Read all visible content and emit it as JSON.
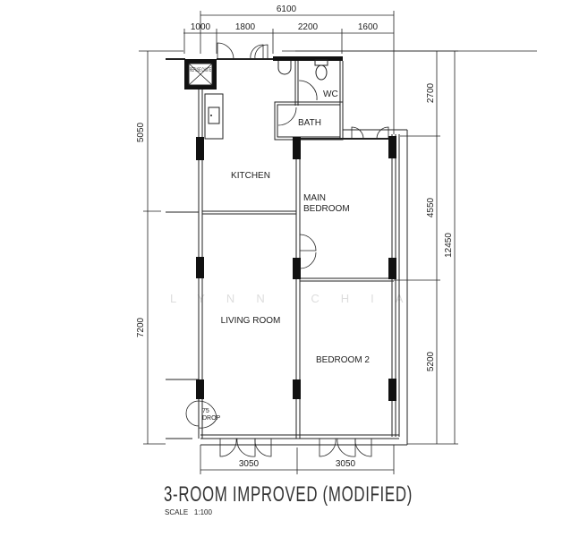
{
  "plan": {
    "title": "3-ROOM IMPROVED (MODIFIED)",
    "scale_label": "SCALE   1:100",
    "watermark": "LYNN CHIA",
    "rooms": {
      "refuse_chute": "REFUSE CHUTE",
      "kitchen": "KITCHEN",
      "wc": "WC",
      "bath": "BATH",
      "main_bedroom_1": "MAIN",
      "main_bedroom_2": "BEDROOM",
      "living_room": "LIVING ROOM",
      "bedroom_2": "BEDROOM  2",
      "drop_1": "75",
      "drop_2": "DROP"
    },
    "dimensions": {
      "top_total": "6100",
      "top_1": "1000",
      "top_2": "1800",
      "top_3": "2200",
      "top_4": "1600",
      "left_1": "5050",
      "left_2": "7200",
      "right_1": "2700",
      "right_2": "4550",
      "right_3": "5200",
      "right_total": "12450",
      "bottom_1": "3050",
      "bottom_2": "3050"
    }
  }
}
